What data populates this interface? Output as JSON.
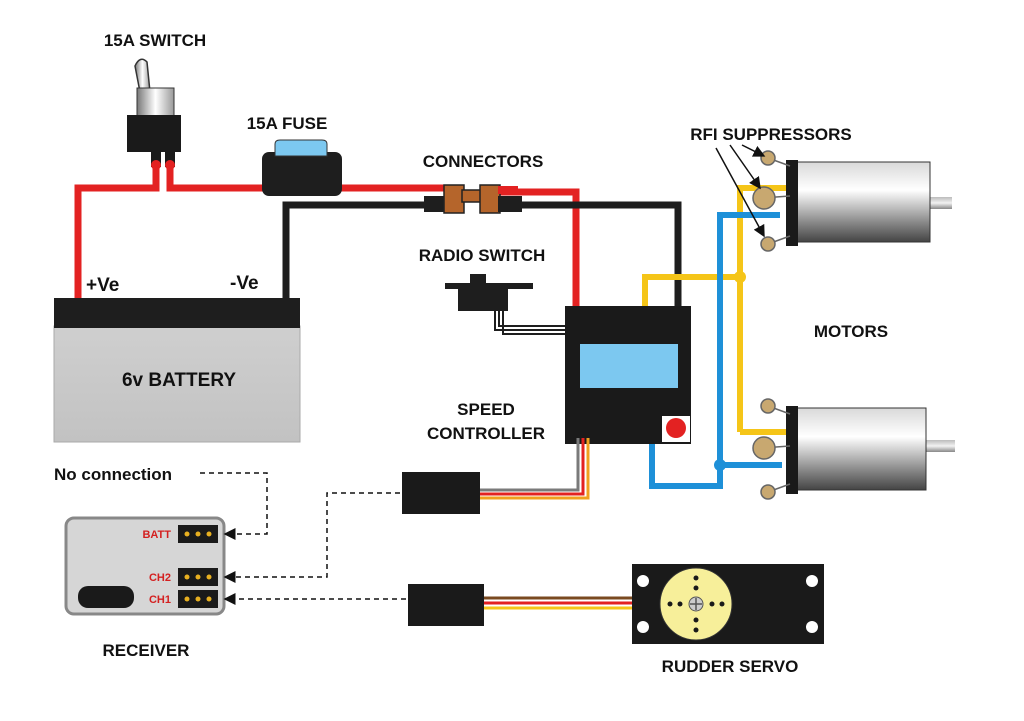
{
  "labels": {
    "switch": "15A SWITCH",
    "fuse": "15A FUSE",
    "connectors": "CONNECTORS",
    "rfi": "RFI SUPPRESSORS",
    "radio_switch": "RADIO SWITCH",
    "motors": "MOTORS",
    "battery_pos": "+Ve",
    "battery_neg": "-Ve",
    "battery": "6v BATTERY",
    "speed_controller_line1": "SPEED",
    "speed_controller_line2": "CONTROLLER",
    "no_connection": "No connection",
    "receiver": "RECEIVER",
    "rudder_servo": "RUDDER SERVO"
  },
  "receiver_pins": {
    "batt": "BATT",
    "ch2": "CH2",
    "ch1": "CH1"
  },
  "colors": {
    "positive_wire": "#e32222",
    "negative_wire": "#1e1e1e",
    "motor_wire_yellow": "#f5c518",
    "motor_wire_blue": "#1e90d8",
    "esc_screen": "#7cc8f0",
    "battery_body": "#c8c8c8",
    "servo_horn": "#f7ef9a",
    "suppressor": "#c8a870",
    "connector": "#b5652b"
  }
}
